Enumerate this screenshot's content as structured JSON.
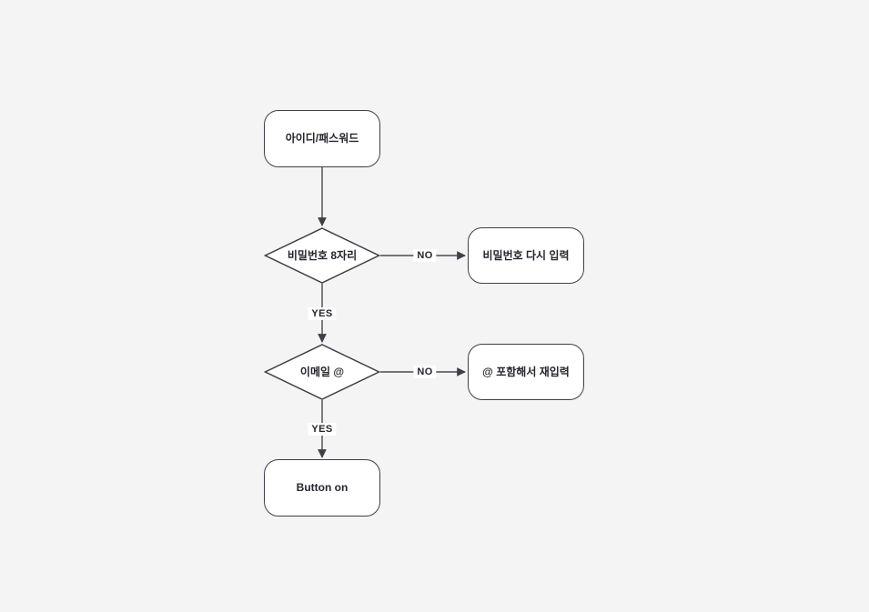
{
  "canvas": {
    "background_color": "#f4f4f4",
    "node_fill_color": "#ffffff",
    "stroke_color": "#3f3f48",
    "text_color": "#25252d"
  },
  "flowchart": {
    "nodes": [
      {
        "id": "start",
        "shape": "rounded-rect",
        "label": "아이디/패스워드"
      },
      {
        "id": "password-check",
        "shape": "diamond",
        "label": "비밀번호 8자리"
      },
      {
        "id": "password-retry",
        "shape": "rounded-rect",
        "label": "비밀번호 다시 입력"
      },
      {
        "id": "email-check",
        "shape": "diamond",
        "label": "이메일 @"
      },
      {
        "id": "email-retry",
        "shape": "rounded-rect",
        "label": "@ 포함해서 재입력"
      },
      {
        "id": "button-on",
        "shape": "rounded-rect",
        "label": "Button on"
      }
    ],
    "edges": [
      {
        "from": "start",
        "to": "password-check",
        "label": ""
      },
      {
        "from": "password-check",
        "to": "password-retry",
        "label": "NO"
      },
      {
        "from": "password-check",
        "to": "email-check",
        "label": "YES"
      },
      {
        "from": "email-check",
        "to": "email-retry",
        "label": "NO"
      },
      {
        "from": "email-check",
        "to": "button-on",
        "label": "YES"
      }
    ]
  }
}
